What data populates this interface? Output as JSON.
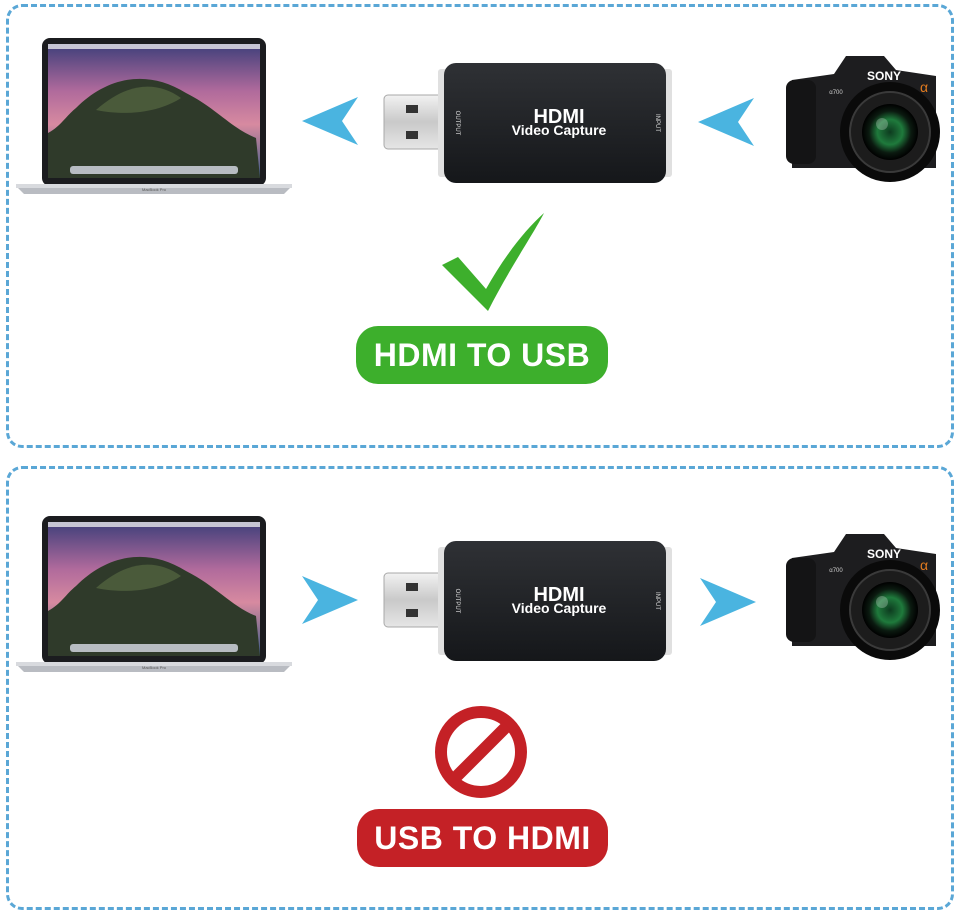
{
  "device": {
    "label_line1": "HDMI",
    "label_line2": "Video Capture",
    "port_output": "OUTPUT",
    "port_input": "INPUT"
  },
  "camera": {
    "brand": "SONY",
    "model": "α700",
    "alpha_logo": "α"
  },
  "laptop": {
    "model_label": "MacBook Pro"
  },
  "top_panel": {
    "status": "correct",
    "arrows_direction": "left",
    "label": "HDMI TO USB"
  },
  "bottom_panel": {
    "status": "incorrect",
    "arrows_direction": "right",
    "label": "USB TO HDMI"
  },
  "colors": {
    "dashed_border": "#5aa7d6",
    "arrow": "#4ab4e0",
    "check_green": "#3daf2c",
    "pill_green": "#3daf2c",
    "prohibit_red": "#c42126",
    "pill_red": "#c42126"
  }
}
